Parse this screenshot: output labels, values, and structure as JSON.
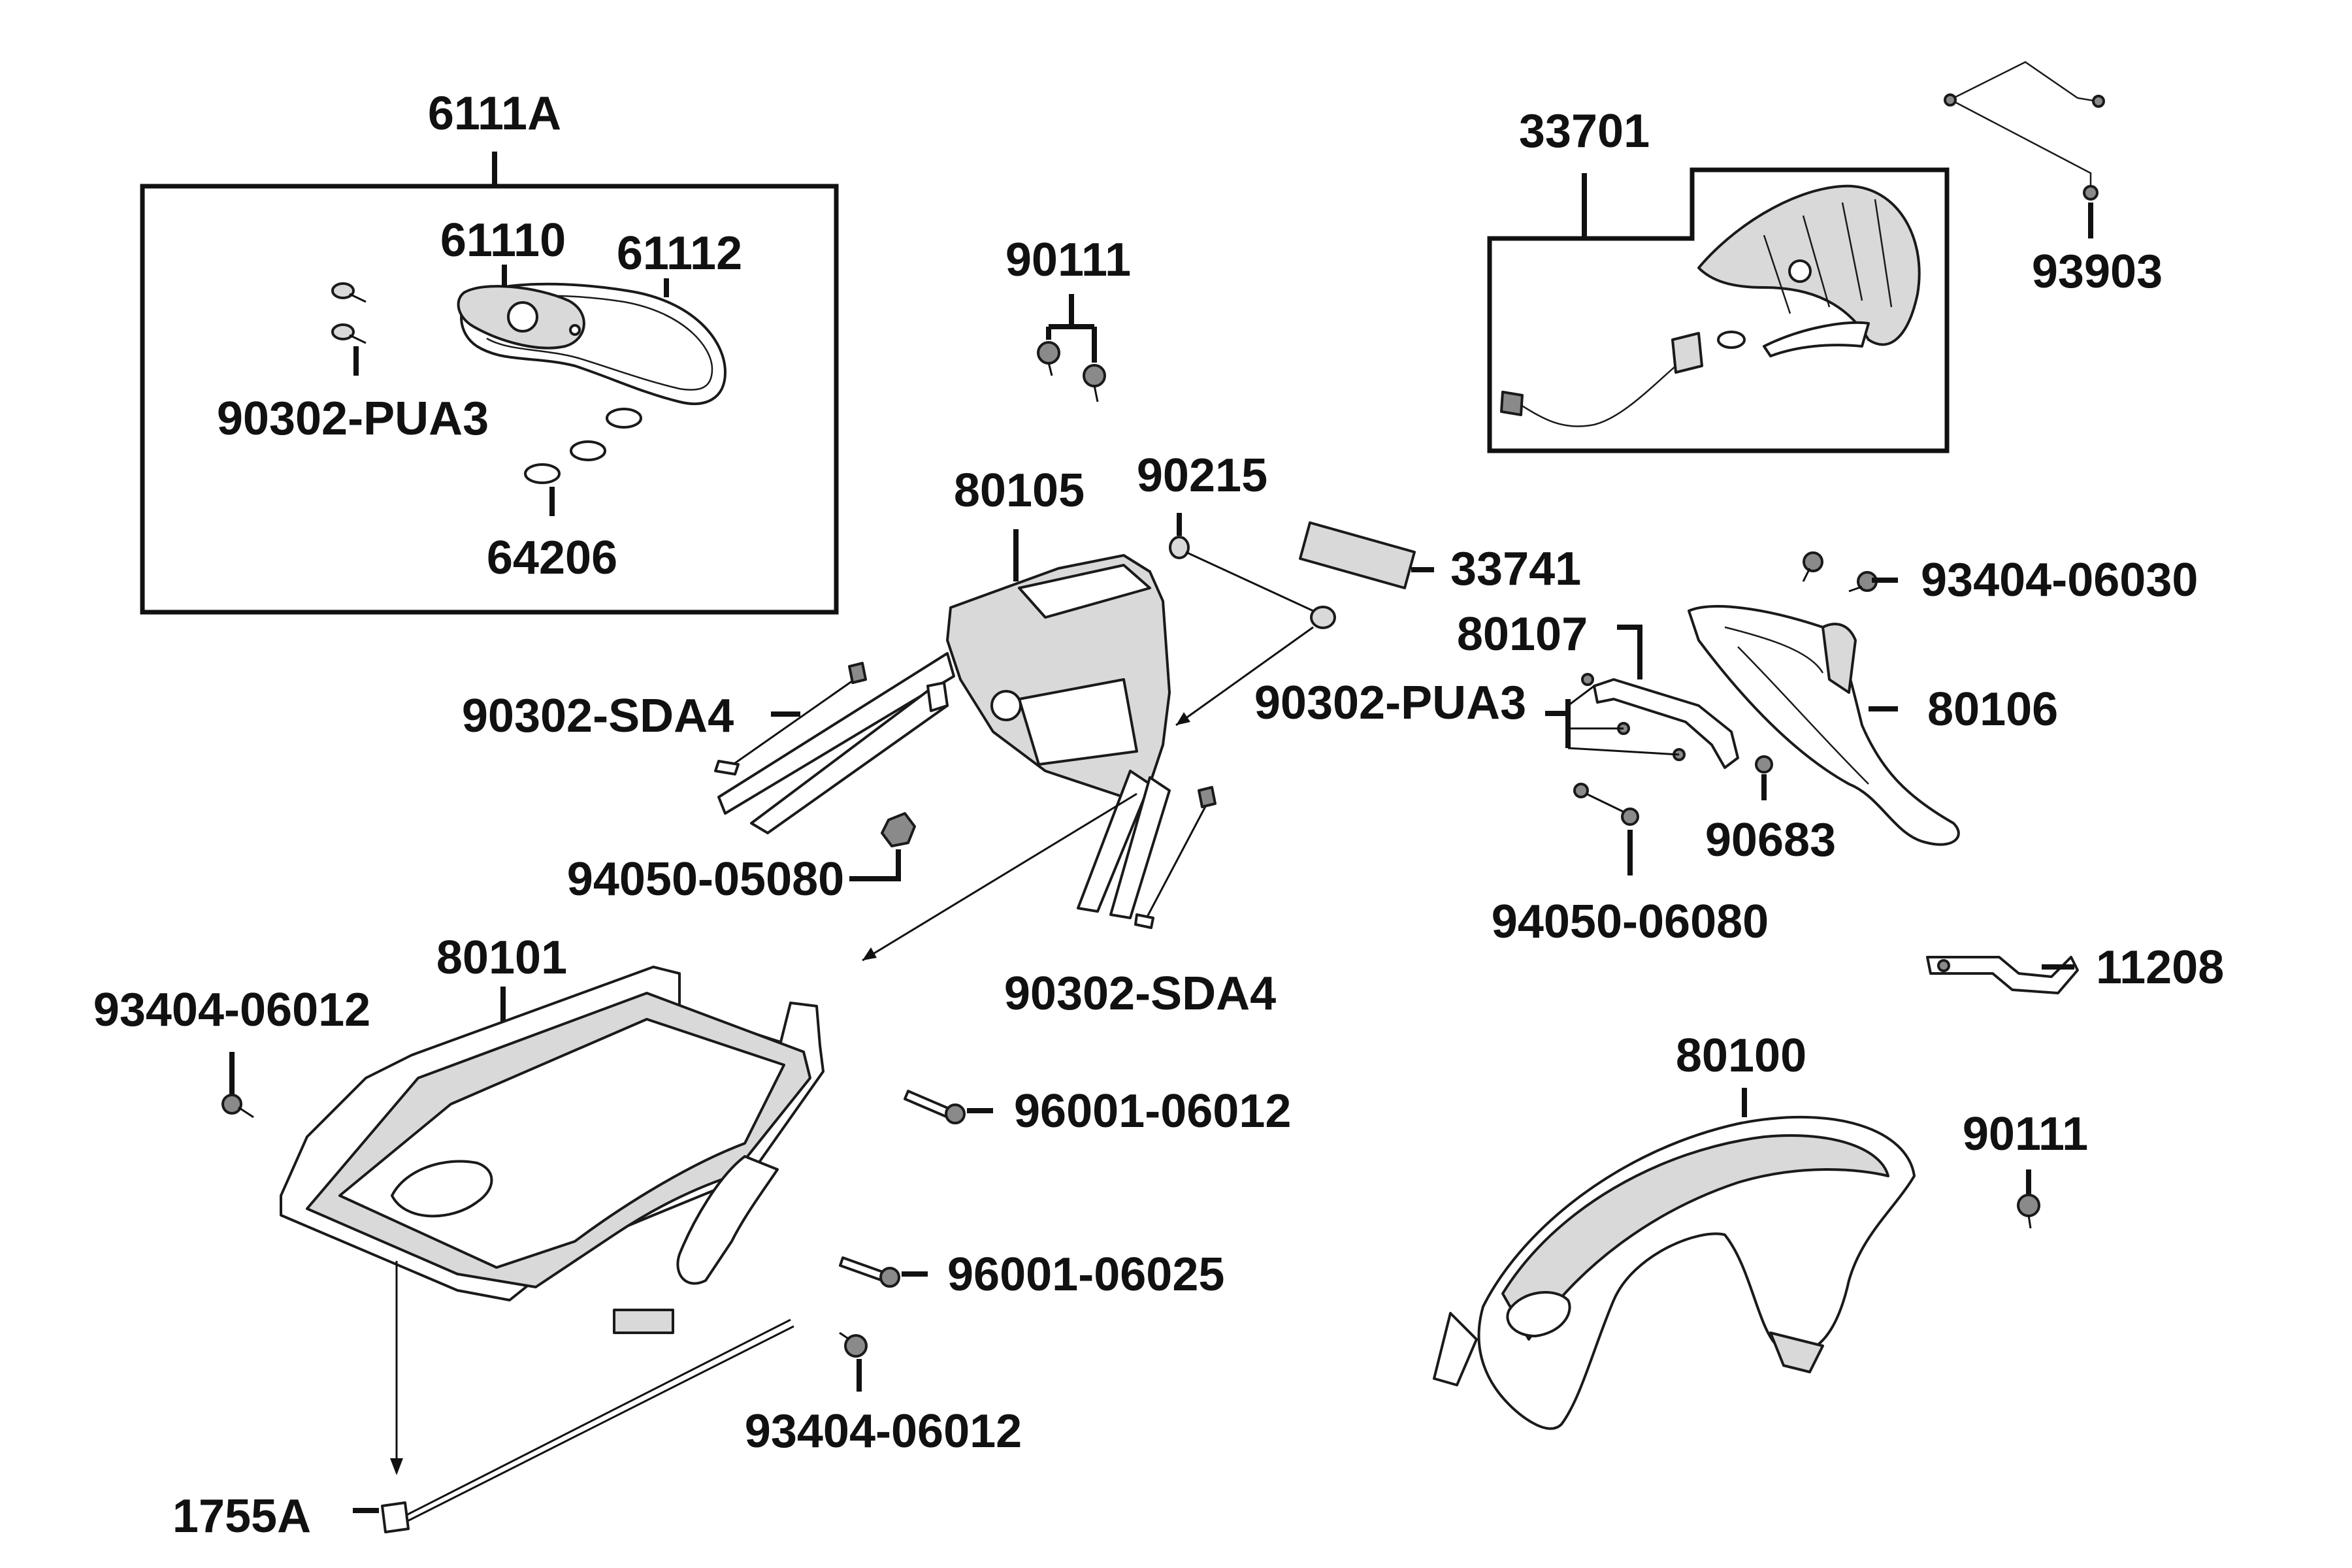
{
  "labels": {
    "l_6111A": "6111A",
    "l_61110": "61110",
    "l_61112": "61112",
    "l_90302_PUA3_a": "90302-PUA3",
    "l_64206": "64206",
    "l_90111_a": "90111",
    "l_33701": "33701",
    "l_93903": "93903",
    "l_80105": "80105",
    "l_90215": "90215",
    "l_33741": "33741",
    "l_93404_06030": "93404-06030",
    "l_80107": "80107",
    "l_90302_SDA4_a": "90302-SDA4",
    "l_90302_PUA3_b": "90302-PUA3",
    "l_80106": "80106",
    "l_90683": "90683",
    "l_94050_05080": "94050-05080",
    "l_94050_06080": "94050-06080",
    "l_90302_SDA4_b": "90302-SDA4",
    "l_11208": "11208",
    "l_80101": "80101",
    "l_93404_06012_a": "93404-06012",
    "l_96001_06012": "96001-06012",
    "l_80100": "80100",
    "l_90111_b": "90111",
    "l_96001_06025": "96001-06025",
    "l_93404_06012_b": "93404-06012",
    "l_1755A": "1755A"
  }
}
